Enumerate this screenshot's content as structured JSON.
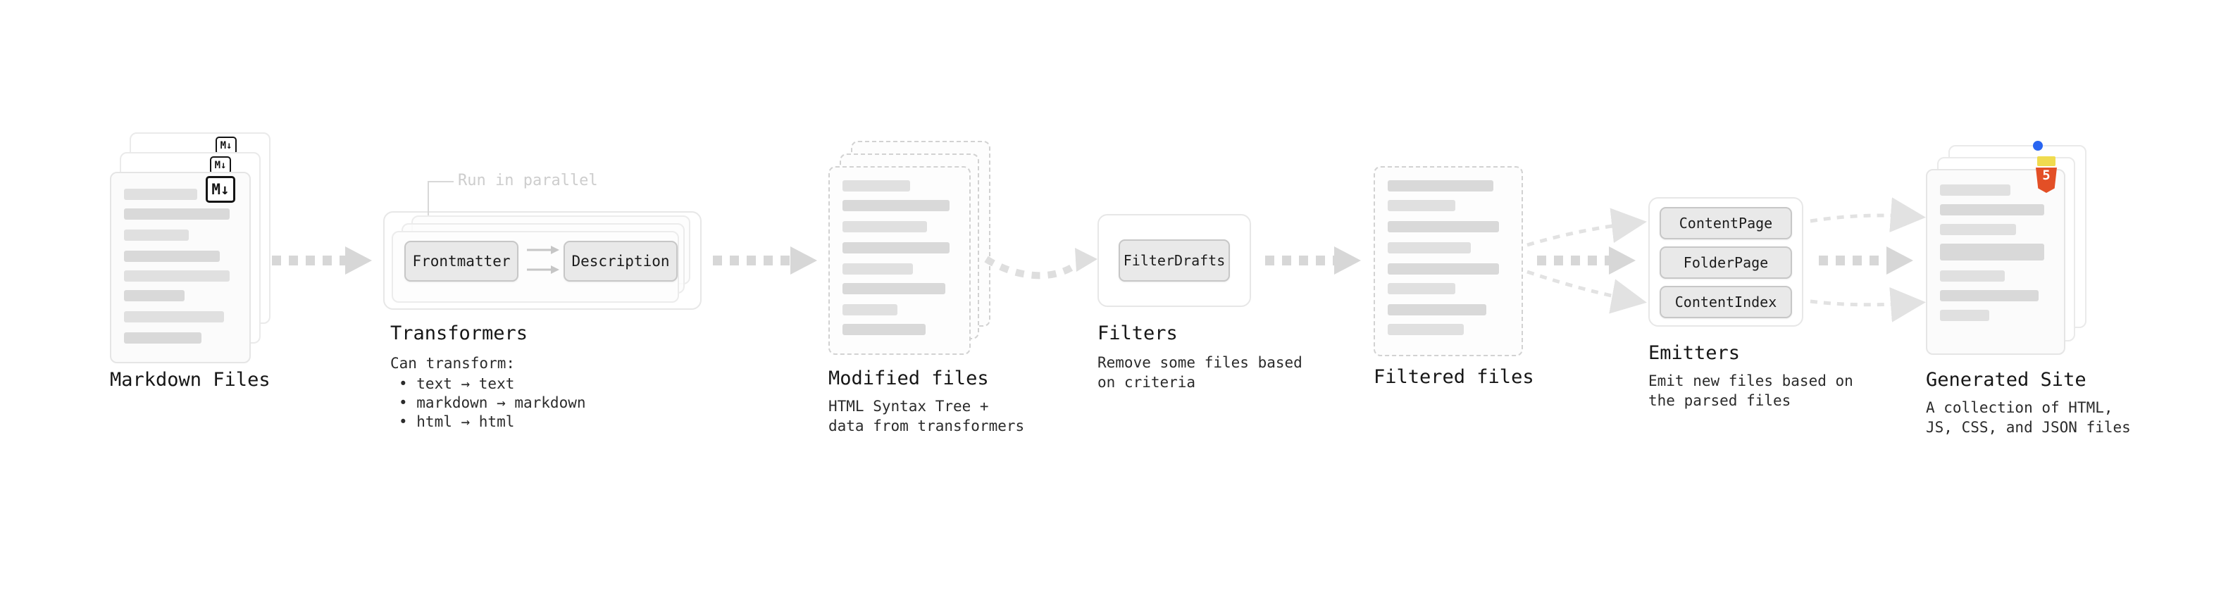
{
  "nodes": {
    "markdown_files": {
      "label": "Markdown Files",
      "badge": "M↓"
    },
    "transformers": {
      "label": "Transformers",
      "annotation": "Run in parallel",
      "button_1": "Frontmatter",
      "button_2": "Description",
      "desc_title": "Can transform:",
      "bullet_1": "• text → text",
      "bullet_2": "• markdown → markdown",
      "bullet_3": "• html → html"
    },
    "modified_files": {
      "label": "Modified files",
      "desc": "HTML Syntax Tree +\ndata from transformers"
    },
    "filters": {
      "label": "Filters",
      "button": "FilterDrafts",
      "desc": "Remove some files based\non criteria"
    },
    "filtered_files": {
      "label": "Filtered files"
    },
    "emitters": {
      "label": "Emitters",
      "button_1": "ContentPage",
      "button_2": "FolderPage",
      "button_3": "ContentIndex",
      "desc": "Emit new files based on\nthe parsed files"
    },
    "generated_site": {
      "label": "Generated Site",
      "badge": "5",
      "desc": "A collection of HTML,\nJS, CSS, and JSON files"
    }
  },
  "colors": {
    "arrow_thick": "#d7d7d7",
    "arrow_thin": "#e2e2e2",
    "html5_orange": "#e34f26",
    "js_yellow": "#f0db4f",
    "css_blue": "#2965f1"
  }
}
